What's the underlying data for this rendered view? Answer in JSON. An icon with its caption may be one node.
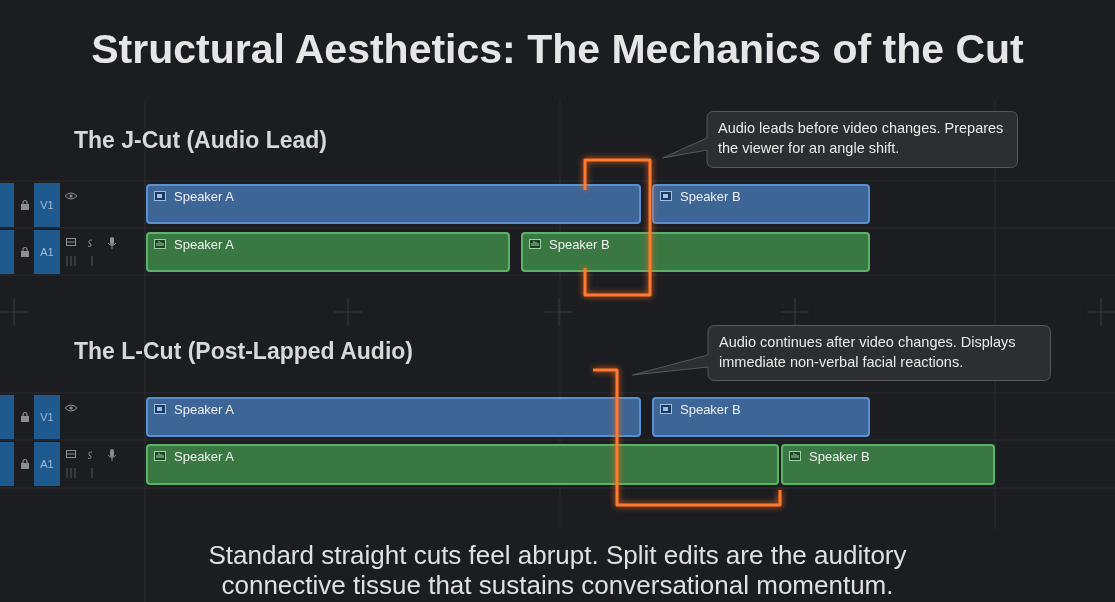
{
  "diagram": {
    "title": "Structural Aesthetics: The Mechanics of the Cut",
    "nodes": [
      {
        "text": [
          "Audio leads before video changes. Prepares the viewer for an angle shift."
        ]
      },
      {
        "text": [
          "Speaker A"
        ]
      },
      {
        "text": [
          "Speaker B"
        ]
      },
      {
        "text": [
          "Speaker A"
        ]
      },
      {
        "text": [
          "Speaker B"
        ]
      },
      {
        "text": [
          "Audio continues after video changes. Displays immediate non-verbal facial reactions."
        ]
      },
      {
        "text": [
          "Speaker A"
        ]
      },
      {
        "text": [
          "Speaker B"
        ]
      },
      {
        "text": [
          "Speaker A"
        ]
      },
      {
        "text": [
          "Speaker B"
        ]
      }
    ],
    "labels": [
      "The J-Cut (Audio Lead)",
      "V1",
      "A1",
      "The L-Cut (Post-Lapped Audio)",
      "V1",
      "A1"
    ],
    "caption": "Standard straight cuts feel abrupt. Split edits are the auditory connective tissue that sustains conversational momentum."
  }
}
